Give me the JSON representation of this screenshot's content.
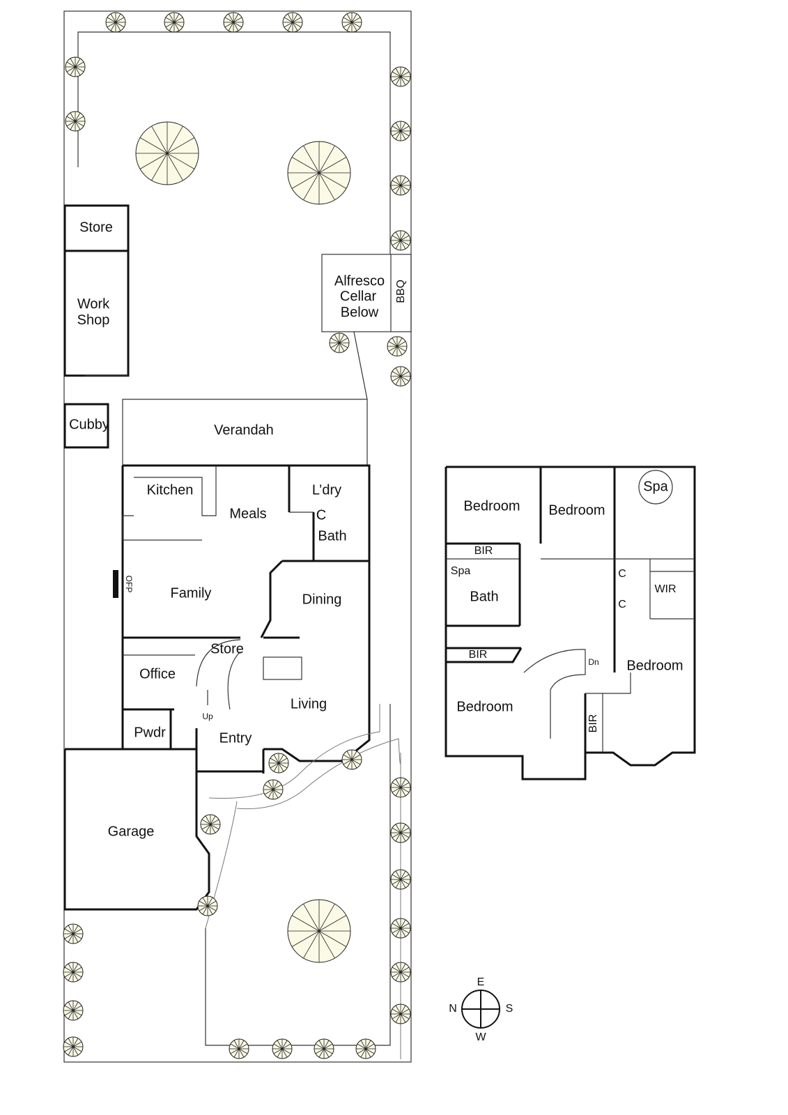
{
  "ground_floor": {
    "rooms": {
      "store_rear": "Store",
      "workshop_line1": "Work",
      "workshop_line2": "Shop",
      "alfresco_line1": "Alfresco",
      "alfresco_line2": "Cellar",
      "alfresco_line3": "Below",
      "bbq": "BBQ",
      "cubby": "Cubby",
      "verandah": "Verandah",
      "kitchen": "Kitchen",
      "meals": "Meals",
      "laundry": "L’dry",
      "cupboard": "C",
      "bath": "Bath",
      "family": "Family",
      "ofp": "OFP",
      "dining": "Dining",
      "store_stair": "Store",
      "office": "Office",
      "living": "Living",
      "up": "Up",
      "powder": "Pwdr",
      "entry": "Entry",
      "garage": "Garage"
    }
  },
  "first_floor": {
    "rooms": {
      "bedroom_1": "Bedroom",
      "bedroom_2": "Bedroom",
      "spa_master": "Spa",
      "bir_1": "BIR",
      "spa_bath": "Spa",
      "bath": "Bath",
      "c1": "C",
      "c2": "C",
      "wir": "WIR",
      "bir_2": "BIR",
      "dn": "Dn",
      "bedroom_3": "Bedroom",
      "bedroom_4": "Bedroom",
      "bir_3": "BIR"
    }
  },
  "compass": {
    "north": "N",
    "east": "E",
    "south": "S",
    "west": "W"
  }
}
